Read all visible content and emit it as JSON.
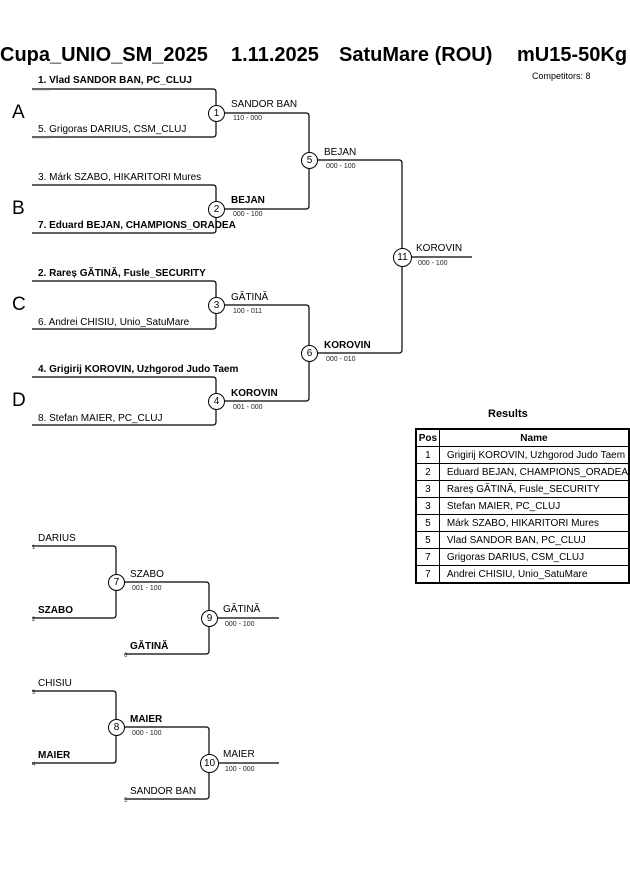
{
  "header": {
    "event": "Cupa_UNIO_SM_2025",
    "date": "1.11.2025",
    "location": "SatuMare (ROU)",
    "category": "mU15-50Kg",
    "competitors": "Competitors: 8"
  },
  "pools": [
    {
      "letter": "A",
      "top": "1. Vlad SANDOR BAN, PC_CLUJ",
      "bottom": "5. Grigoras DARIUS, CSM_CLUJ"
    },
    {
      "letter": "B",
      "top": "3. Márk SZABO, HIKARITORI Mures",
      "bottom": "7. Eduard BEJAN, CHAMPIONS_ORADEA"
    },
    {
      "letter": "C",
      "top": "2. Rareș GĂTINĂ, Fusle_SECURITY",
      "bottom": "6. Andrei CHISIU, Unio_SatuMare"
    },
    {
      "letter": "D",
      "top": "4. Grigirij KOROVIN, Uzhgorod Judo Taem",
      "bottom": "8. Stefan MAIER, PC_CLUJ"
    }
  ],
  "matches": [
    {
      "num": "1",
      "winner": "SANDOR BAN",
      "score": "110 - 000"
    },
    {
      "num": "2",
      "winner": "BEJAN",
      "score": "000 - 100"
    },
    {
      "num": "3",
      "winner": "GĂTINĂ",
      "score": "100 - 011"
    },
    {
      "num": "4",
      "winner": "KOROVIN",
      "score": "001 - 000"
    },
    {
      "num": "5",
      "winner": "BEJAN",
      "score": "000 - 100"
    },
    {
      "num": "6",
      "winner": "KOROVIN",
      "score": "000 - 010"
    },
    {
      "num": "7",
      "winner": "SZABO",
      "score": "001 - 100"
    },
    {
      "num": "8",
      "winner": "MAIER",
      "score": "000 - 100"
    },
    {
      "num": "9",
      "winner": "GĂTINĂ",
      "score": "000 - 100"
    },
    {
      "num": "10",
      "winner": "MAIER",
      "score": "100 - 000"
    },
    {
      "num": "11",
      "winner": "KOROVIN",
      "score": "000 - 100"
    }
  ],
  "repechage": {
    "r7_top": "DARIUS",
    "r7_top_seed": "1",
    "r7_bottom": "SZABO",
    "r7_bottom_seed": "2",
    "r9_bottom": "GĂTINĂ",
    "r9_bottom_seed": "6",
    "r8_top": "CHISIU",
    "r8_top_seed": "3",
    "r8_bottom": "MAIER",
    "r8_bottom_seed": "4",
    "r10_bottom": "SANDOR BAN",
    "r10_bottom_seed": "5"
  },
  "results": {
    "title": "Results",
    "headers": [
      "Pos",
      "Name"
    ],
    "rows": [
      {
        "pos": "1",
        "name": "Grigirij KOROVIN, Uzhgorod Judo Taem"
      },
      {
        "pos": "2",
        "name": "Eduard BEJAN, CHAMPIONS_ORADEA"
      },
      {
        "pos": "3",
        "name": "Rareș GĂTINĂ, Fusle_SECURITY"
      },
      {
        "pos": "3",
        "name": "Stefan MAIER, PC_CLUJ"
      },
      {
        "pos": "5",
        "name": "Márk SZABO, HIKARITORI Mures"
      },
      {
        "pos": "5",
        "name": "Vlad SANDOR BAN, PC_CLUJ"
      },
      {
        "pos": "7",
        "name": "Grigoras DARIUS, CSM_CLUJ"
      },
      {
        "pos": "7",
        "name": "Andrei CHISIU, Unio_SatuMare"
      }
    ]
  }
}
